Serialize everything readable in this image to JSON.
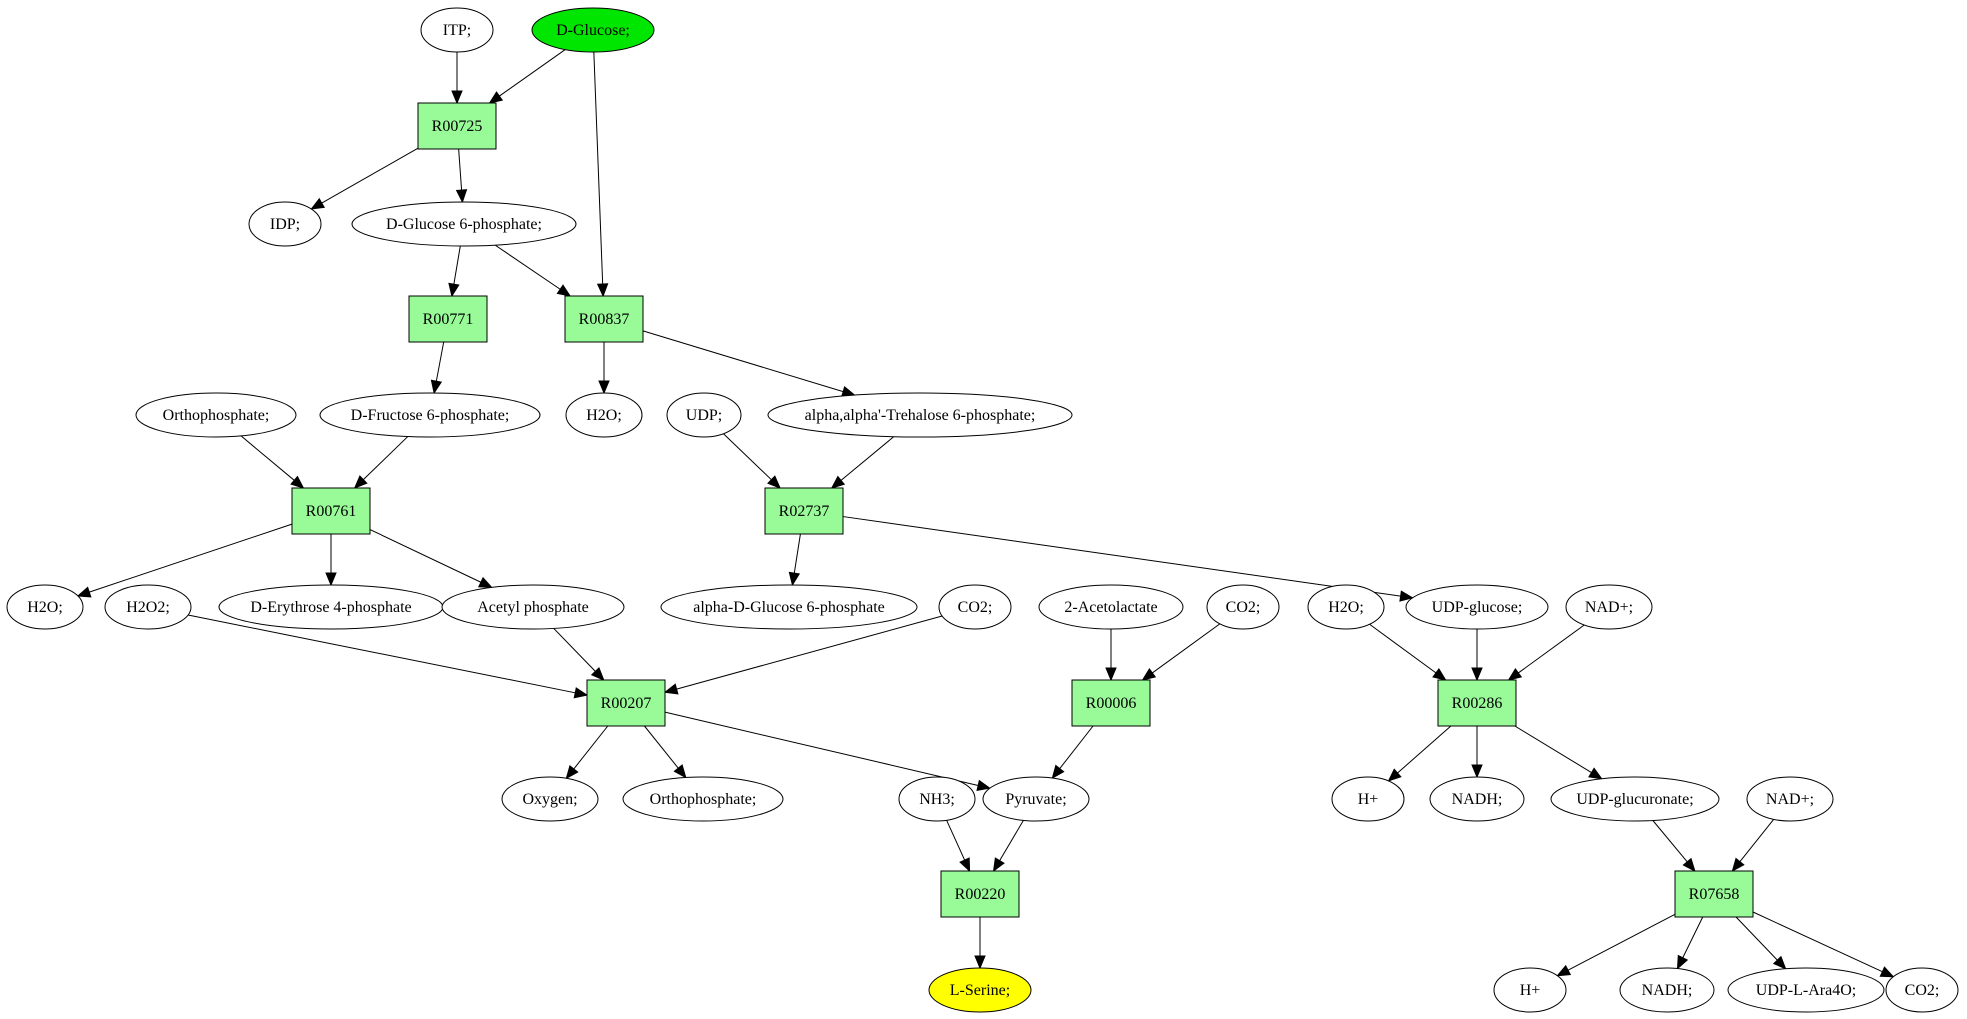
{
  "diagram": {
    "colors": {
      "reaction_fill": "#98fb98",
      "start_fill": "#00e600",
      "end_fill": "#ffff00",
      "compound_fill": "#ffffff",
      "stroke": "#000000"
    },
    "nodes": [
      {
        "id": "itp",
        "label": "ITP;",
        "kind": "compound"
      },
      {
        "id": "dglucose",
        "label": "D-Glucose;",
        "kind": "start"
      },
      {
        "id": "r00725",
        "label": "R00725",
        "kind": "reaction"
      },
      {
        "id": "idp",
        "label": "IDP;",
        "kind": "compound"
      },
      {
        "id": "g6p",
        "label": "D-Glucose 6-phosphate;",
        "kind": "compound"
      },
      {
        "id": "r00771",
        "label": "R00771",
        "kind": "reaction"
      },
      {
        "id": "r00837",
        "label": "R00837",
        "kind": "reaction"
      },
      {
        "id": "orthophosphate1",
        "label": "Orthophosphate;",
        "kind": "compound"
      },
      {
        "id": "f6p",
        "label": "D-Fructose 6-phosphate;",
        "kind": "compound"
      },
      {
        "id": "h2o1",
        "label": "H2O;",
        "kind": "compound"
      },
      {
        "id": "udp",
        "label": "UDP;",
        "kind": "compound"
      },
      {
        "id": "trehalose",
        "label": "alpha,alpha'-Trehalose 6-phosphate;",
        "kind": "compound"
      },
      {
        "id": "r00761",
        "label": "R00761",
        "kind": "reaction"
      },
      {
        "id": "r02737",
        "label": "R02737",
        "kind": "reaction"
      },
      {
        "id": "h2o2node",
        "label": "H2O;",
        "kind": "compound"
      },
      {
        "id": "h2o2",
        "label": "H2O2;",
        "kind": "compound"
      },
      {
        "id": "e4p",
        "label": "D-Erythrose 4-phosphate",
        "kind": "compound"
      },
      {
        "id": "acetylp",
        "label": "Acetyl phosphate",
        "kind": "compound"
      },
      {
        "id": "ag6p",
        "label": "alpha-D-Glucose 6-phosphate",
        "kind": "compound"
      },
      {
        "id": "co2a",
        "label": "CO2;",
        "kind": "compound"
      },
      {
        "id": "acetolactate",
        "label": "2-Acetolactate",
        "kind": "compound"
      },
      {
        "id": "co2b",
        "label": "CO2;",
        "kind": "compound"
      },
      {
        "id": "h2o3",
        "label": "H2O;",
        "kind": "compound"
      },
      {
        "id": "udpglucose",
        "label": "UDP-glucose;",
        "kind": "compound"
      },
      {
        "id": "nad1",
        "label": "NAD+;",
        "kind": "compound"
      },
      {
        "id": "r00207",
        "label": "R00207",
        "kind": "reaction"
      },
      {
        "id": "r00006",
        "label": "R00006",
        "kind": "reaction"
      },
      {
        "id": "r00286",
        "label": "R00286",
        "kind": "reaction"
      },
      {
        "id": "oxygen",
        "label": "Oxygen;",
        "kind": "compound"
      },
      {
        "id": "orthophosphate2",
        "label": "Orthophosphate;",
        "kind": "compound"
      },
      {
        "id": "nh3",
        "label": "NH3;",
        "kind": "compound"
      },
      {
        "id": "pyruvate",
        "label": "Pyruvate;",
        "kind": "compound"
      },
      {
        "id": "hplus1",
        "label": "H+",
        "kind": "compound"
      },
      {
        "id": "nadh1",
        "label": "NADH;",
        "kind": "compound"
      },
      {
        "id": "udpglucuronate",
        "label": "UDP-glucuronate;",
        "kind": "compound"
      },
      {
        "id": "nad2",
        "label": "NAD+;",
        "kind": "compound"
      },
      {
        "id": "r00220",
        "label": "R00220",
        "kind": "reaction"
      },
      {
        "id": "r07658",
        "label": "R07658",
        "kind": "reaction"
      },
      {
        "id": "lserine",
        "label": "L-Serine;",
        "kind": "end"
      },
      {
        "id": "hplus2",
        "label": "H+",
        "kind": "compound"
      },
      {
        "id": "nadh2",
        "label": "NADH;",
        "kind": "compound"
      },
      {
        "id": "udpara",
        "label": "UDP-L-Ara4O;",
        "kind": "compound"
      },
      {
        "id": "co2c",
        "label": "CO2;",
        "kind": "compound"
      }
    ],
    "edges": [
      {
        "from": "itp",
        "to": "r00725"
      },
      {
        "from": "dglucose",
        "to": "r00725"
      },
      {
        "from": "dglucose",
        "to": "r00837"
      },
      {
        "from": "r00725",
        "to": "idp"
      },
      {
        "from": "r00725",
        "to": "g6p"
      },
      {
        "from": "g6p",
        "to": "r00771"
      },
      {
        "from": "g6p",
        "to": "r00837"
      },
      {
        "from": "r00771",
        "to": "f6p"
      },
      {
        "from": "r00837",
        "to": "h2o1"
      },
      {
        "from": "r00837",
        "to": "trehalose"
      },
      {
        "from": "orthophosphate1",
        "to": "r00761"
      },
      {
        "from": "f6p",
        "to": "r00761"
      },
      {
        "from": "udp",
        "to": "r02737"
      },
      {
        "from": "trehalose",
        "to": "r02737"
      },
      {
        "from": "r00761",
        "to": "h2o2node"
      },
      {
        "from": "r00761",
        "to": "e4p"
      },
      {
        "from": "r00761",
        "to": "acetylp"
      },
      {
        "from": "r02737",
        "to": "ag6p"
      },
      {
        "from": "r02737",
        "to": "udpglucose"
      },
      {
        "from": "h2o2",
        "to": "r00207"
      },
      {
        "from": "acetylp",
        "to": "r00207"
      },
      {
        "from": "co2a",
        "to": "r00207"
      },
      {
        "from": "acetolactate",
        "to": "r00006"
      },
      {
        "from": "co2b",
        "to": "r00006"
      },
      {
        "from": "h2o3",
        "to": "r00286"
      },
      {
        "from": "udpglucose",
        "to": "r00286"
      },
      {
        "from": "nad1",
        "to": "r00286"
      },
      {
        "from": "r00207",
        "to": "oxygen"
      },
      {
        "from": "r00207",
        "to": "orthophosphate2"
      },
      {
        "from": "r00207",
        "to": "pyruvate"
      },
      {
        "from": "r00006",
        "to": "pyruvate"
      },
      {
        "from": "r00286",
        "to": "hplus1"
      },
      {
        "from": "r00286",
        "to": "nadh1"
      },
      {
        "from": "r00286",
        "to": "udpglucuronate"
      },
      {
        "from": "nh3",
        "to": "r00220"
      },
      {
        "from": "pyruvate",
        "to": "r00220"
      },
      {
        "from": "udpglucuronate",
        "to": "r07658"
      },
      {
        "from": "nad2",
        "to": "r07658"
      },
      {
        "from": "r00220",
        "to": "lserine"
      },
      {
        "from": "r07658",
        "to": "hplus2"
      },
      {
        "from": "r07658",
        "to": "nadh2"
      },
      {
        "from": "r07658",
        "to": "udpara"
      },
      {
        "from": "r07658",
        "to": "co2c"
      }
    ]
  }
}
